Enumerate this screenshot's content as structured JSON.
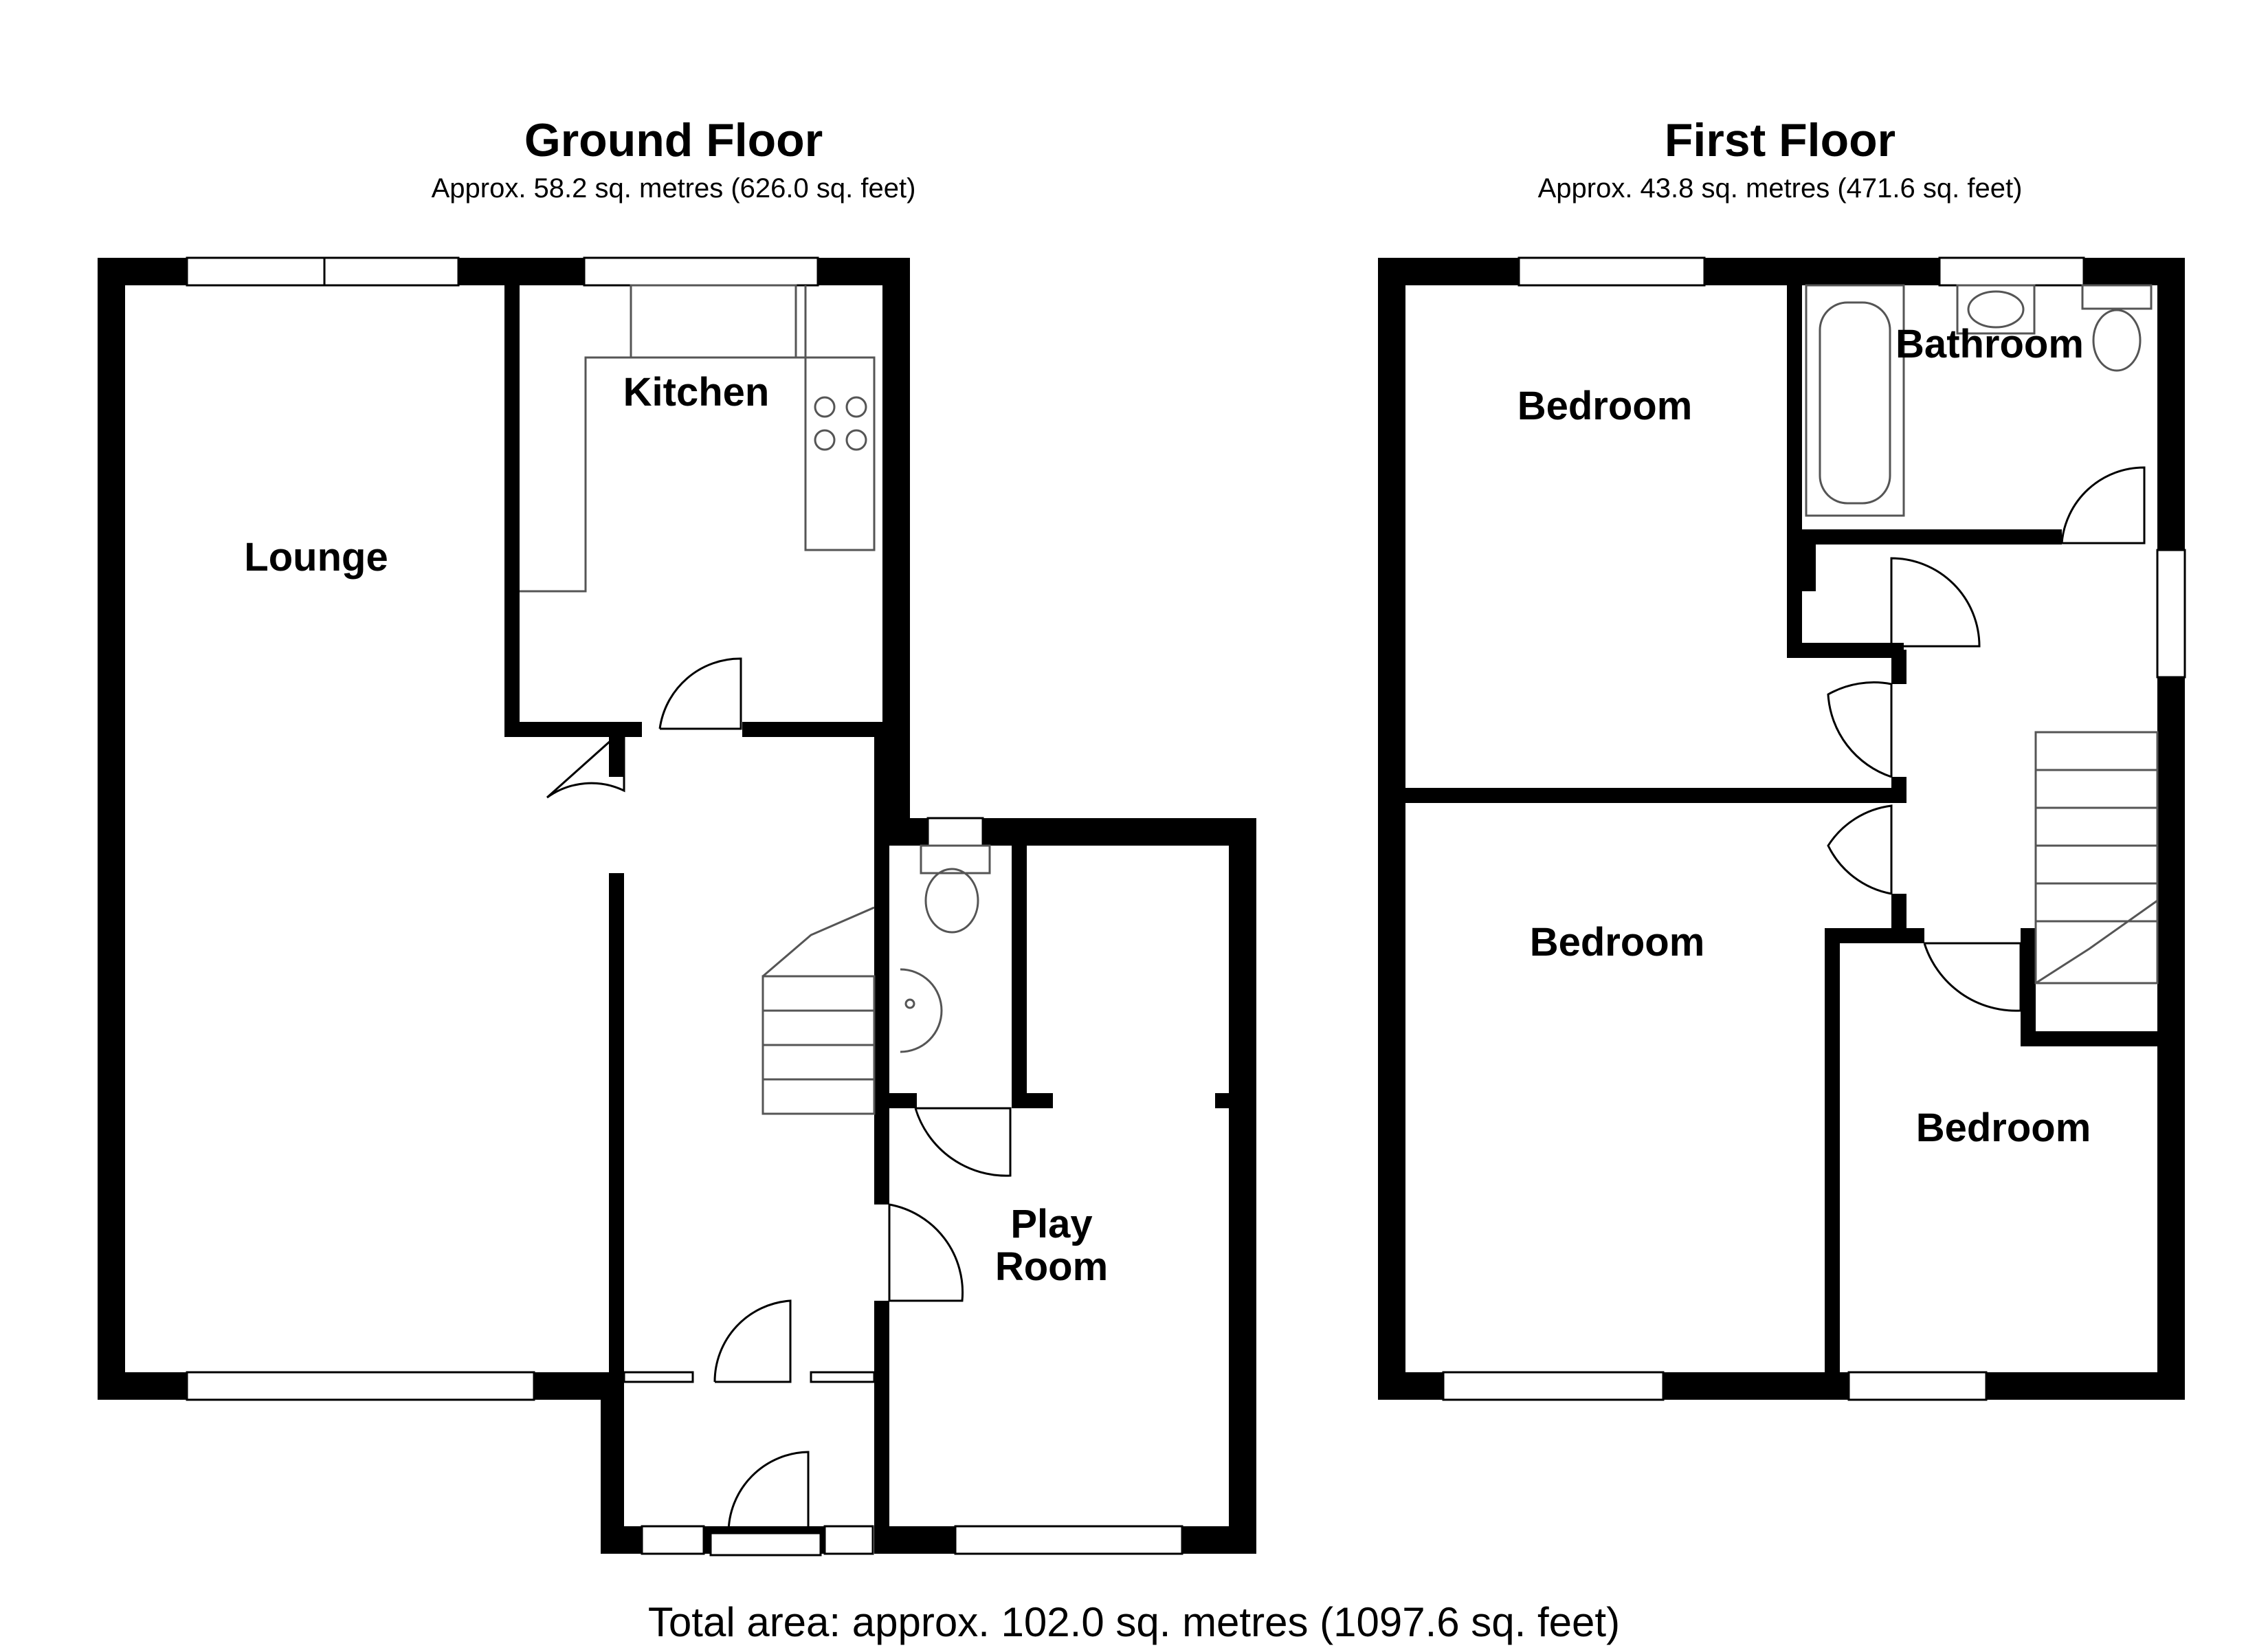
{
  "ground_floor": {
    "title": "Ground Floor",
    "area": "Approx. 58.2 sq. metres (626.0 sq. feet)",
    "rooms": {
      "lounge": "Lounge",
      "kitchen": "Kitchen",
      "play_room_line1": "Play",
      "play_room_line2": "Room"
    }
  },
  "first_floor": {
    "title": "First Floor",
    "area": "Approx. 43.8 sq. metres (471.6 sq. feet)",
    "rooms": {
      "bedroom_1": "Bedroom",
      "bathroom": "Bathroom",
      "bedroom_2": "Bedroom",
      "bedroom_3": "Bedroom"
    }
  },
  "total_area": "Total area: approx. 102.0 sq. metres (1097.6 sq. feet)",
  "colors": {
    "wall": "#000000",
    "background": "#ffffff",
    "fixture_line": "#555555"
  }
}
